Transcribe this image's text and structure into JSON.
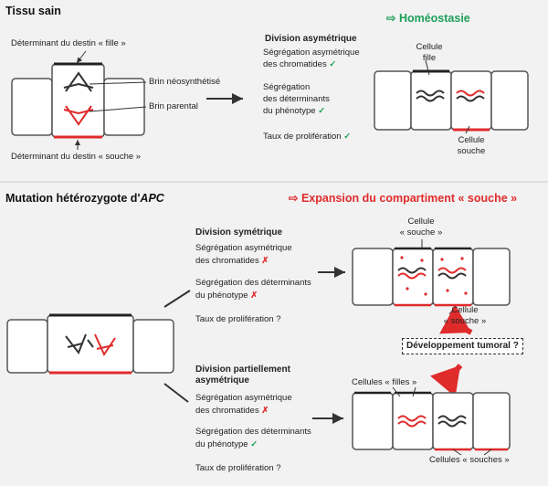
{
  "top": {
    "title": "Tissu sain",
    "result": "⇨ Homéostasie",
    "det_fille": "Déterminant du destin « fille »",
    "brin_neo": "Brin néosynthétisé",
    "brin_parental": "Brin parental",
    "det_souche": "Déterminant du destin « souche »",
    "division_title": "Division asymétrique",
    "item1_a": "Ségrégation asymétrique",
    "item1_b": "des chromatides",
    "item2_a": "Ségrégation",
    "item2_b": "des déterminants",
    "item2_c": "du phénotype",
    "item3": "Taux de prolifération",
    "cellule_fille_a": "Cellule",
    "cellule_fille_b": "fille",
    "cellule_souche_a": "Cellule",
    "cellule_souche_b": "souche"
  },
  "bottom": {
    "title_a": "Mutation hétérozygote d'",
    "title_b": "APC",
    "result": "⇨ Expansion du compartiment « souche »",
    "sym_title": "Division symétrique",
    "sym_item1_a": "Ségrégation asymétrique",
    "sym_item1_b": "des chromatides",
    "sym_item2_a": "Ségrégation des déterminants",
    "sym_item2_b": "du phénotype",
    "sym_item3": "Taux de prolifération ?",
    "sym_cellule_a": "Cellule",
    "sym_cellule_b": "« souche »",
    "sym_cellule2_a": "Cellule",
    "sym_cellule2_b": "« souche »",
    "dev": "Développement tumoral ?",
    "part_title_a": "Division partiellement",
    "part_title_b": "asymétrique",
    "part_item1_a": "Ségrégation asymétrique",
    "part_item1_b": "des chromatides",
    "part_item2_a": "Ségrégation des déterminants",
    "part_item2_b": "du phénotype",
    "part_item3": "Taux de prolifération ?",
    "cellules_filles": "Cellules « filles »",
    "cellules_souches": "Cellules « souches »"
  },
  "marks": {
    "check": "✓",
    "cross": "✗"
  },
  "colors": {
    "green": "#1fa05a",
    "red": "#e02b2b",
    "text": "#222222"
  }
}
